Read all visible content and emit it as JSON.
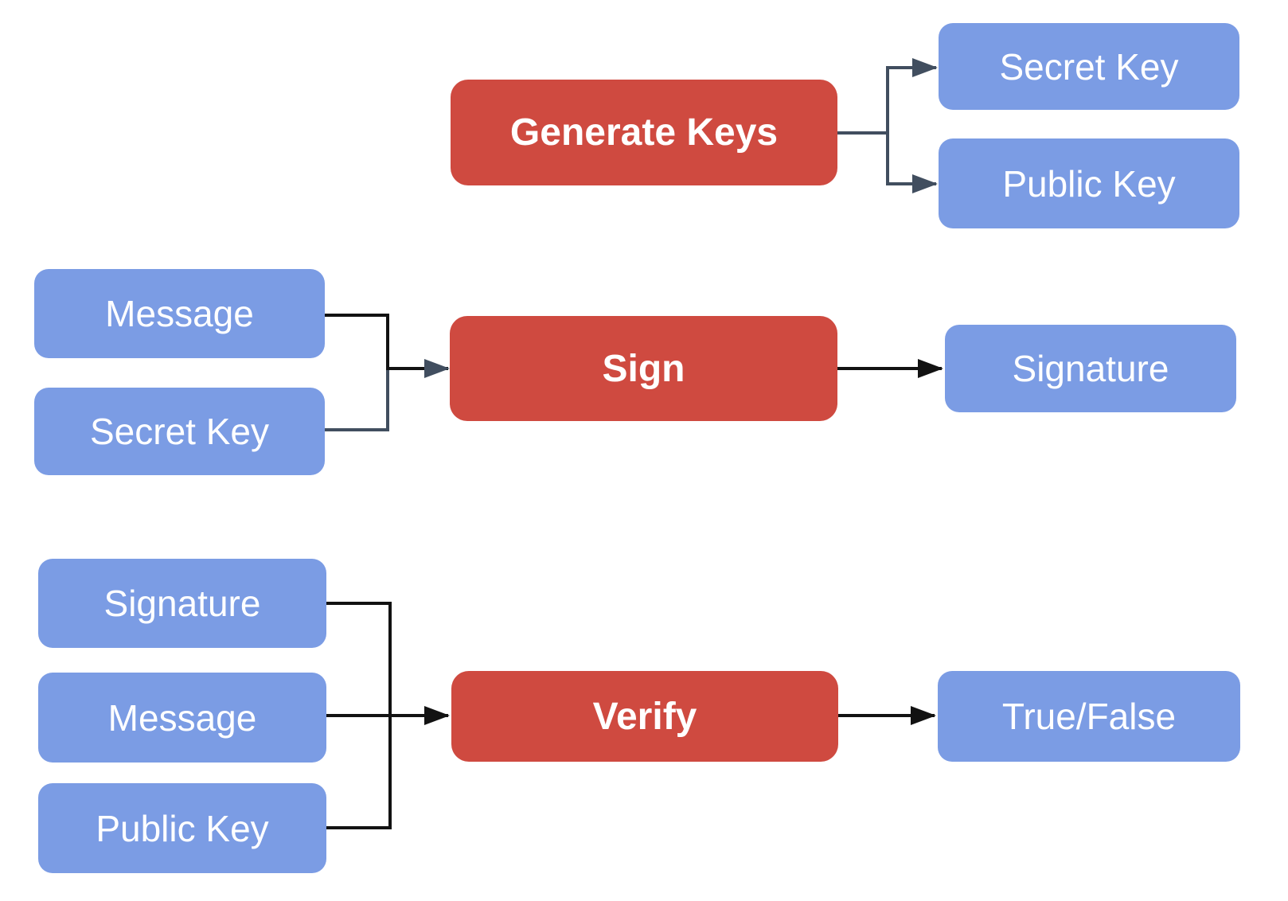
{
  "diagram": {
    "description": "Digital signature scheme flow diagram",
    "colors": {
      "process_fill": "#CF4A40",
      "data_fill": "#7B9CE4",
      "label_text": "#FFFFFF",
      "connector_slate": "#414E5F",
      "connector_black": "#121212",
      "background": "#FFFFFF"
    },
    "nodes": {
      "generate_keys": {
        "label": "Generate Keys",
        "type": "process"
      },
      "secret_key_top": {
        "label": "Secret Key",
        "type": "data"
      },
      "public_key_top": {
        "label": "Public Key",
        "type": "data"
      },
      "message_mid": {
        "label": "Message",
        "type": "data"
      },
      "secret_key_mid": {
        "label": "Secret Key",
        "type": "data"
      },
      "sign": {
        "label": "Sign",
        "type": "process"
      },
      "signature_mid": {
        "label": "Signature",
        "type": "data"
      },
      "signature_bot": {
        "label": "Signature",
        "type": "data"
      },
      "message_bot": {
        "label": "Message",
        "type": "data"
      },
      "public_key_bot": {
        "label": "Public Key",
        "type": "data"
      },
      "verify": {
        "label": "Verify",
        "type": "process"
      },
      "true_false": {
        "label": "True/False",
        "type": "data"
      }
    },
    "edges": [
      {
        "from": "Generate Keys",
        "to": "Secret Key"
      },
      {
        "from": "Generate Keys",
        "to": "Public Key"
      },
      {
        "from": "Message",
        "to": "Sign"
      },
      {
        "from": "Secret Key",
        "to": "Sign"
      },
      {
        "from": "Sign",
        "to": "Signature"
      },
      {
        "from": "Signature",
        "to": "Verify"
      },
      {
        "from": "Message",
        "to": "Verify"
      },
      {
        "from": "Public Key",
        "to": "Verify"
      },
      {
        "from": "Verify",
        "to": "True/False"
      }
    ]
  }
}
